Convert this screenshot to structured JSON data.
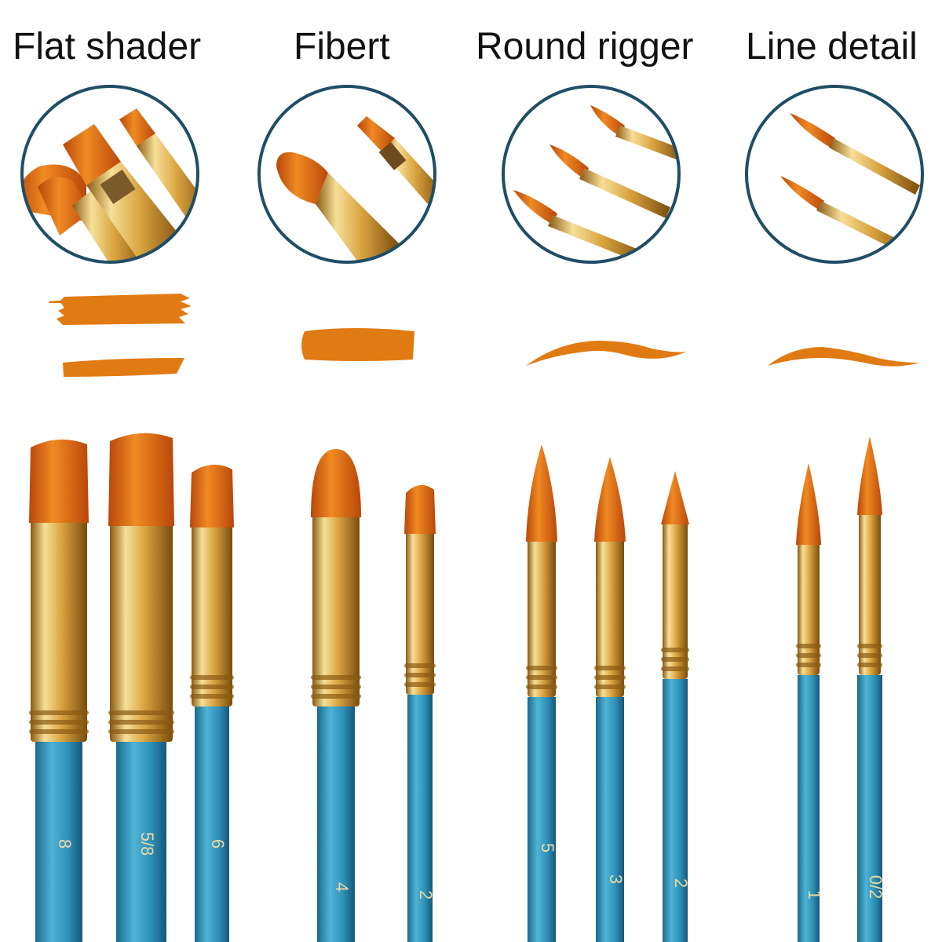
{
  "categories": [
    {
      "name": "Flat shader",
      "brush_sizes": [
        "8",
        "5/8",
        "6"
      ]
    },
    {
      "name": "Fibert",
      "brush_sizes": [
        "4",
        "2"
      ]
    },
    {
      "name": "Round rigger",
      "brush_sizes": [
        "5",
        "3",
        "2"
      ]
    },
    {
      "name": "Line detail",
      "brush_sizes": [
        "1",
        "0/2"
      ]
    }
  ],
  "colors": {
    "bristle": "#E8700F",
    "bristle_dark": "#B9470A",
    "ferrule": "#D9A440",
    "ferrule_light": "#F6DF98",
    "handle": "#2E8FB5",
    "handle_dark": "#1B6A8A",
    "circle_border": "#1F4E66",
    "paint_stroke": "#E07A12"
  }
}
